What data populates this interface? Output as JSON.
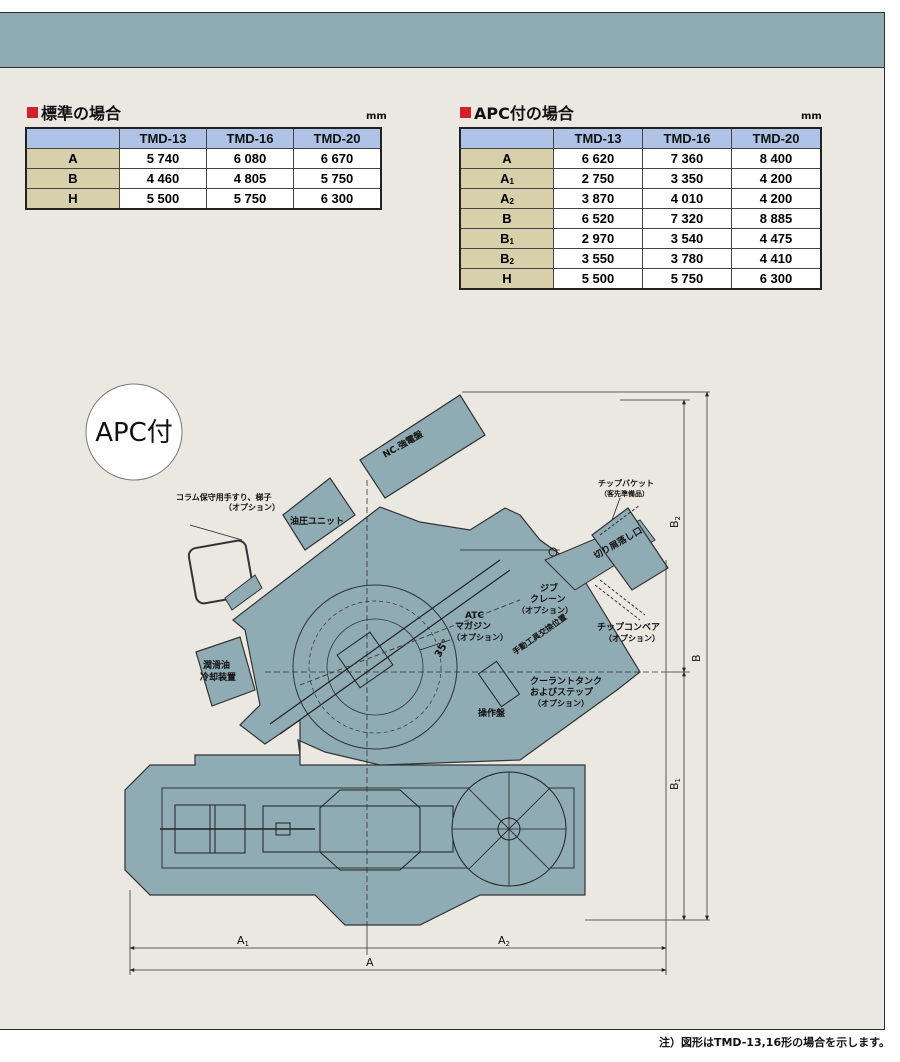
{
  "standard": {
    "title": "標準の場合",
    "unit": "mm",
    "headers": [
      "",
      "TMD-13",
      "TMD-16",
      "TMD-20"
    ],
    "rows": [
      {
        "label": "A",
        "values": [
          "5 740",
          "6 080",
          "6 670"
        ]
      },
      {
        "label": "B",
        "values": [
          "4 460",
          "4 805",
          "5 750"
        ]
      },
      {
        "label": "H",
        "values": [
          "5 500",
          "5 750",
          "6 300"
        ]
      }
    ]
  },
  "apc": {
    "title": "APC付の場合",
    "unit": "mm",
    "headers": [
      "",
      "TMD-13",
      "TMD-16",
      "TMD-20"
    ],
    "rows": [
      {
        "label": "A",
        "sub": "",
        "values": [
          "6 620",
          "7 360",
          "8 400"
        ]
      },
      {
        "label": "A",
        "sub": "1",
        "values": [
          "2 750",
          "3 350",
          "4 200"
        ]
      },
      {
        "label": "A",
        "sub": "2",
        "values": [
          "3 870",
          "4 010",
          "4 200"
        ]
      },
      {
        "label": "B",
        "sub": "",
        "values": [
          "6 520",
          "7 320",
          "8 885"
        ]
      },
      {
        "label": "B",
        "sub": "1",
        "values": [
          "2 970",
          "3 540",
          "4 475"
        ]
      },
      {
        "label": "B",
        "sub": "2",
        "values": [
          "3 550",
          "3 780",
          "4 410"
        ]
      },
      {
        "label": "H",
        "sub": "",
        "values": [
          "5 500",
          "5 750",
          "6 300"
        ]
      }
    ]
  },
  "diagram": {
    "badge": "APC付",
    "labels": {
      "nc_panel": "NC.強電盤",
      "hydraulic_unit": "油圧ユニット",
      "ladder_line1": "コラム保守用手すり、梯子",
      "ladder_line2": "（オプション）",
      "lube_line1": "潤滑油",
      "lube_line2": "冷却装置",
      "atc_line1": "ATC",
      "atc_line2": "マガジン",
      "atc_line3": "（オプション）",
      "angle": "35°",
      "manual_tool": "手動工具交換位置",
      "jib_line1": "ジブ",
      "jib_line2": "クレーン",
      "jib_line3": "（オプション）",
      "chip_bucket_line1": "チップバケット",
      "chip_bucket_line2": "（客先準備品）",
      "chip_outlet": "切り屑落し口",
      "chip_conveyor_line1": "チップコンベア",
      "chip_conveyor_line2": "（オプション）",
      "coolant_line1": "クーラントタンク",
      "coolant_line2": "およびステップ",
      "coolant_line3": "（オプション）",
      "operation_panel": "操作盤",
      "dim_A": "A",
      "dim_A1": "A",
      "dim_A1_sub": "1",
      "dim_A2": "A",
      "dim_A2_sub": "2",
      "dim_B": "B",
      "dim_B1": "B",
      "dim_B1_sub": "1",
      "dim_B2": "B",
      "dim_B2_sub": "2"
    }
  },
  "note": "注）図形はTMD-13,16形の場合を示します。",
  "colors": {
    "header_band": "#8fabb4",
    "page_bg": "#ebe8e2",
    "table_header": "#aec3e6",
    "table_rowhead": "#d8cfab",
    "marker_red": "#d1222b",
    "machine_fill": "#8fabb4"
  }
}
